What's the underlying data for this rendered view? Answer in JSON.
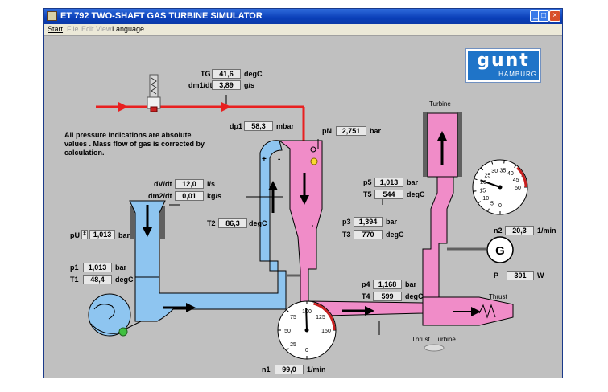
{
  "window": {
    "title": "ET 792 TWO-SHAFT GAS TURBINE SIMULATOR",
    "controls": {
      "minimize": "_",
      "maximize": "□",
      "close": "×"
    }
  },
  "menu": {
    "items": [
      "Start",
      "File",
      "Edit",
      "View",
      "Language"
    ]
  },
  "logo": {
    "text": "gunt",
    "sub": "HAMBURG"
  },
  "note": "All pressure indications are absolute values . Mass flow of gas is corrected by calculation.",
  "readings": {
    "TG": {
      "label": "TG",
      "value": "41,6",
      "unit": "degC"
    },
    "dm1dt": {
      "label": "dm1/dt",
      "value": "3,89",
      "unit": "g/s"
    },
    "dp1": {
      "label": "dp1",
      "value": "58,3",
      "unit": "mbar"
    },
    "pN": {
      "label": "pN",
      "value": "2,751",
      "unit": "bar"
    },
    "dVdt": {
      "label": "dV/dt",
      "value": "12,0",
      "unit": "l/s"
    },
    "dm2dt": {
      "label": "dm2/dt",
      "value": "0,01",
      "unit": "kg/s"
    },
    "pU": {
      "label": "pU",
      "value": "1,013",
      "unit": "bar"
    },
    "p1": {
      "label": "p1",
      "value": "1,013",
      "unit": "bar"
    },
    "T1": {
      "label": "T1",
      "value": "48,4",
      "unit": "degC"
    },
    "T2": {
      "label": "T2",
      "value": "86,3",
      "unit": "degC"
    },
    "p3": {
      "label": "p3",
      "value": "1,394",
      "unit": "bar"
    },
    "T3": {
      "label": "T3",
      "value": "770",
      "unit": "degC"
    },
    "p5": {
      "label": "p5",
      "value": "1,013",
      "unit": "bar"
    },
    "T5": {
      "label": "T5",
      "value": "544",
      "unit": "degC"
    },
    "n2": {
      "label": "n2",
      "value": "20,3",
      "unit": "1/min"
    },
    "P": {
      "label": "P",
      "value": "301",
      "unit": "W"
    },
    "p4": {
      "label": "p4",
      "value": "1,168",
      "unit": "bar"
    },
    "T4": {
      "label": "T4",
      "value": "599",
      "unit": "degC"
    },
    "n1": {
      "label": "n1",
      "value": "99,0",
      "unit": "1/min"
    }
  },
  "labels": {
    "turbine": "Turbine",
    "thrust": "Thrust",
    "switch_left": "Thrust",
    "switch_right": "Turbine",
    "generator": "G",
    "dp_plus": "+",
    "dp_minus": "-"
  },
  "gauge_n1": {
    "ticks": [
      "0",
      "25",
      "50",
      "75",
      "100",
      "125",
      "150"
    ],
    "value": 99.0,
    "max": 150
  },
  "gauge_n2": {
    "ticks": [
      "0",
      "5",
      "10",
      "15",
      "20",
      "25",
      "30",
      "35",
      "40",
      "45",
      "50"
    ],
    "value": 20.3,
    "max": 50
  },
  "colors": {
    "air": "#8ec5f0",
    "gas": "#f08cc8",
    "fuel": "#e82020",
    "indicator": "#40c040"
  }
}
